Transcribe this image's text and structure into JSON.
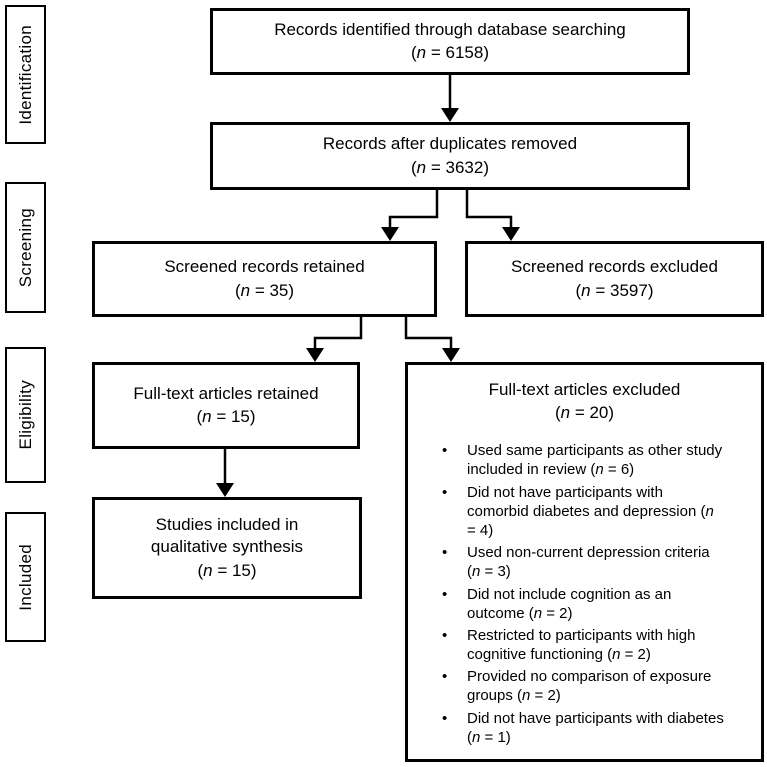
{
  "stages": [
    "Identification",
    "Screening",
    "Eligibility",
    "Included"
  ],
  "boxes": {
    "identified": {
      "title": "Records identified through database searching",
      "count": "(n = 6158)"
    },
    "duplicates_removed": {
      "title": "Records after duplicates removed",
      "count": "(n = 3632)"
    },
    "screened_retained": {
      "title": "Screened records retained",
      "count": "(n = 35)"
    },
    "screened_excluded": {
      "title": "Screened records excluded",
      "count": "(n = 3597)"
    },
    "fulltext_retained": {
      "title": "Full-text articles retained",
      "count": "(n = 15)"
    },
    "included_synthesis": {
      "title_line1": "Studies included in",
      "title_line2": "qualitative synthesis",
      "count": "(n = 15)"
    },
    "fulltext_excluded": {
      "title": "Full-text articles excluded",
      "count": "(n = 20)",
      "reasons": [
        "Used same participants as other study included in review (n = 6)",
        "Did not have participants with comorbid diabetes and depression (n = 4)",
        "Used non-current depression criteria (n = 3)",
        "Did not include cognition as an outcome (n = 2)",
        "Restricted to participants with high cognitive functioning (n = 2)",
        "Provided no comparison of exposure groups (n = 2)",
        "Did not have participants with diabetes (n = 1)"
      ]
    }
  }
}
